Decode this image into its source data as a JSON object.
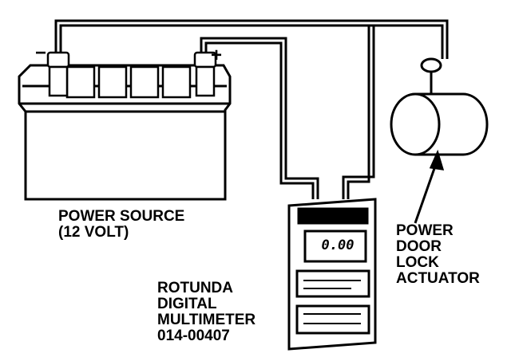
{
  "labels": {
    "power_source": [
      "POWER SOURCE",
      "(12 VOLT)"
    ],
    "multimeter": [
      "ROTUNDA",
      "DIGITAL",
      "MULTIMETER",
      "014-00407"
    ],
    "actuator": [
      "POWER",
      "DOOR",
      "LOCK",
      "ACTUATOR"
    ]
  },
  "terminals": {
    "negative": "−",
    "positive": "+"
  },
  "meter": {
    "display": "0.00"
  },
  "colors": {
    "ink": "#000000",
    "paper": "#ffffff"
  }
}
